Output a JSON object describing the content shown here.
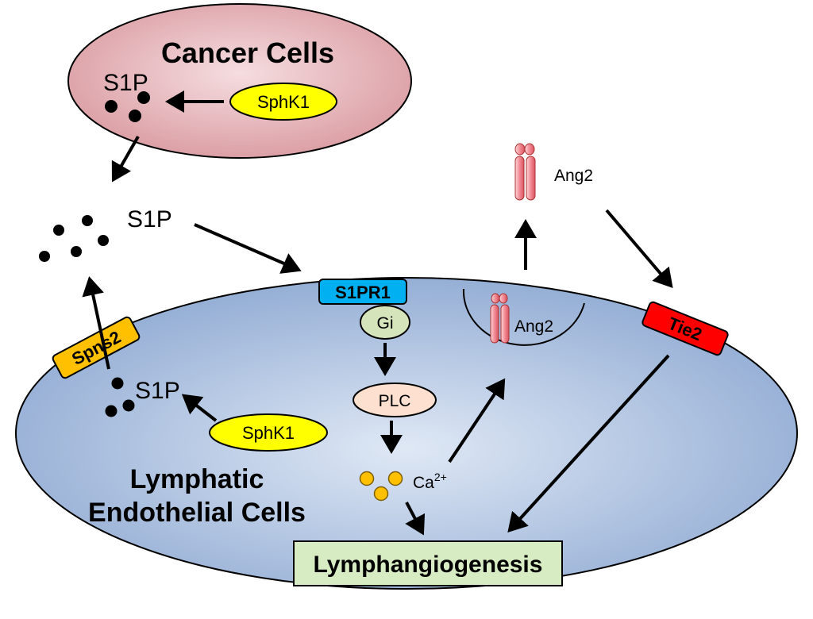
{
  "cancer_cell": {
    "title": "Cancer Cells",
    "s1p_label": "S1P",
    "enzyme": "SphK1"
  },
  "extracellular": {
    "s1p_label": "S1P",
    "ang2_label": "Ang2"
  },
  "lec": {
    "title_line1": "Lymphatic",
    "title_line2": "Endothelial Cells",
    "s1p_label": "S1P",
    "enzyme": "SphK1",
    "transporter": "Spns2",
    "receptor": "S1PR1",
    "g_protein": "Gi",
    "plc": "PLC",
    "calcium": "Ca",
    "calcium_charge": "2+",
    "vesicle_ang2_label": "Ang2",
    "tie2": "Tie2",
    "outcome": "Lymphangiogenesis"
  },
  "colors": {
    "cancer_cell": "#e8b4b8",
    "lec": "#a9bfdf",
    "enzyme": "#ffff00",
    "receptor": "#00b0f0",
    "transporter": "#ffc000",
    "tie2": "#ff0000",
    "gi": "#d6e4bc",
    "plc": "#fde0d0",
    "calcium": "#ffc000",
    "outcome": "#d8ecc4",
    "ang2": "#ff9aa2"
  }
}
